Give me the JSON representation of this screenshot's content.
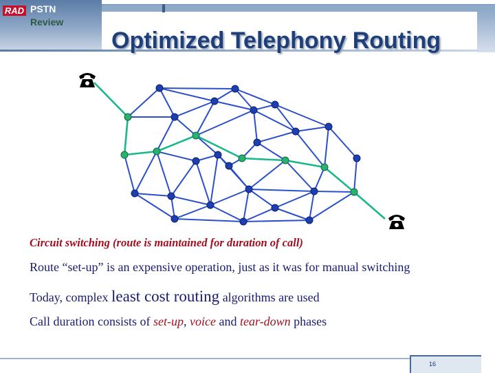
{
  "header": {
    "logo_rad": "RAD",
    "logo_pstn": "PSTN",
    "logo_review": "Review",
    "title": "Optimized Telephony Routing"
  },
  "diagram": {
    "phone_icon": "telephone-icon",
    "colors": {
      "node": "#1e3fb0",
      "edge": "#2a4fc9",
      "route": "#19b88a",
      "route_node": "#2ab070"
    }
  },
  "body": {
    "line1": "Circuit switching (route is maintained for duration of call)",
    "line2": "Route “set-up” is an expensive operation, just as it was for manual switching",
    "line3_a": "Today, complex ",
    "line3_b": "least cost routing",
    "line3_c": " algorithms are used",
    "line4_a": "Call duration consists of ",
    "line4_b": "set-up",
    "line4_c": ", ",
    "line4_d": "voice",
    "line4_e": " and ",
    "line4_f": "tear-down",
    "line4_g": " phases"
  },
  "footer": {
    "page_number": "16"
  }
}
